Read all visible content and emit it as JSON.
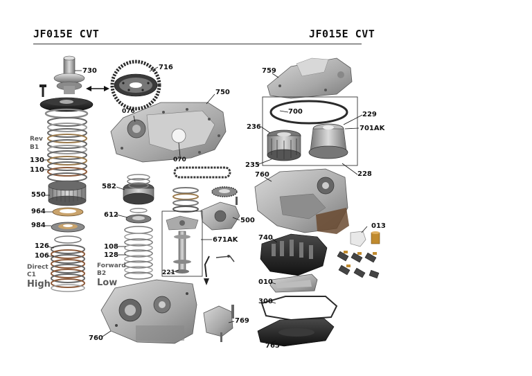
{
  "header": {
    "title_left": "JF015E CVT",
    "title_right": "JF015E CVT"
  },
  "labels": {
    "p730": "730",
    "p716": "716",
    "p750": "750",
    "p076": "076",
    "p070": "070",
    "p759": "759",
    "p700": "700",
    "p229": "229",
    "p236": "236",
    "p701AK": "701AK",
    "p235": "235",
    "p228": "228",
    "p760a": "760",
    "p013": "013",
    "p582": "582",
    "p612": "612",
    "p500": "500",
    "p671AK": "671AK",
    "p108": "108",
    "p128": "128",
    "p221": "221",
    "p130": "130",
    "p110": "110",
    "p550": "550",
    "p964": "964",
    "p984": "984",
    "p126": "126",
    "p106": "106",
    "p740": "740",
    "p010": "010",
    "p300": "300",
    "p769": "769",
    "p760b": "760",
    "p765": "765"
  },
  "groups": {
    "rev": "Rev",
    "b1": "B1",
    "direct": "Direct",
    "c1": "C1",
    "high": "High",
    "forward": "Forward",
    "b2": "B2",
    "low": "Low"
  },
  "colors": {
    "metal_light": "#c9c9c9",
    "metal_mid": "#9a9a9a",
    "metal_dark": "#555555",
    "bronze": "#a67c45",
    "black_part": "#1e1e1e",
    "label_grey": "#5a5a5a"
  }
}
